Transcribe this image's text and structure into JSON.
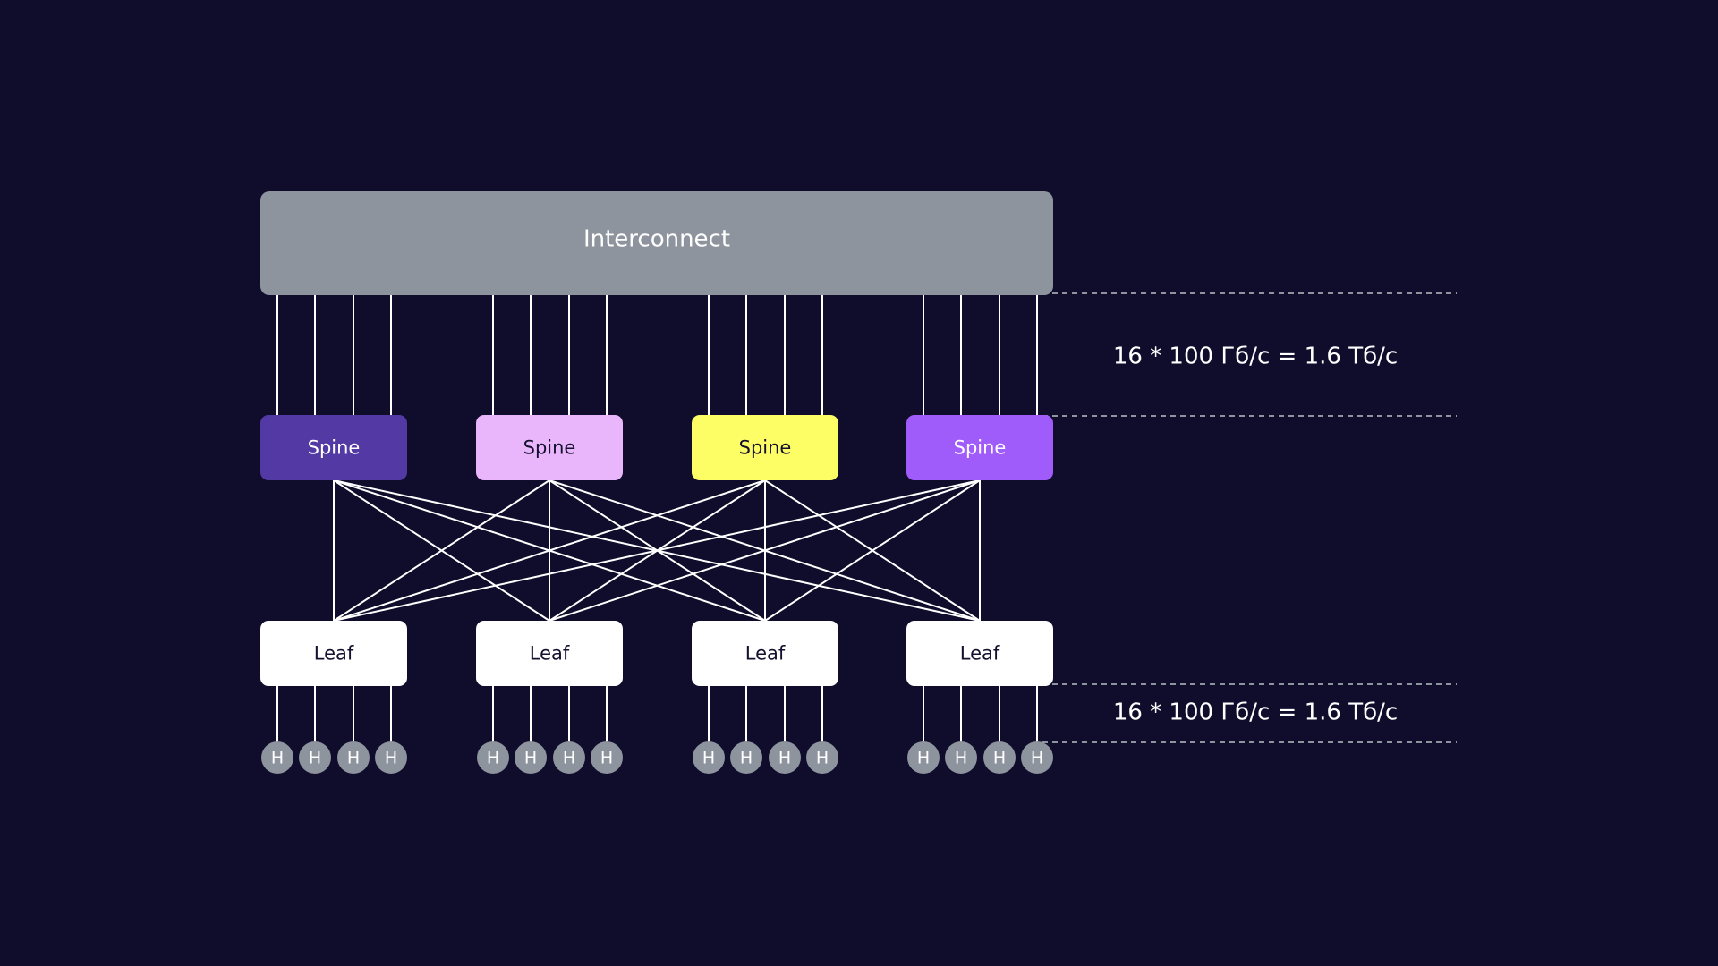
{
  "diagram": {
    "interconnect": {
      "label": "Interconnect",
      "color": "#8e949e",
      "text_color": "#ffffff"
    },
    "spines": [
      {
        "label": "Spine",
        "color": "#5239a4",
        "text_color": "#ffffff"
      },
      {
        "label": "Spine",
        "color": "#e9b6fc",
        "text_color": "#14102e"
      },
      {
        "label": "Spine",
        "color": "#fdfd66",
        "text_color": "#14102e"
      },
      {
        "label": "Spine",
        "color": "#a05cfb",
        "text_color": "#ffffff"
      }
    ],
    "leaves": [
      {
        "label": "Leaf",
        "color": "#ffffff",
        "text_color": "#14102e"
      },
      {
        "label": "Leaf",
        "color": "#ffffff",
        "text_color": "#14102e"
      },
      {
        "label": "Leaf",
        "color": "#ffffff",
        "text_color": "#14102e"
      },
      {
        "label": "Leaf",
        "color": "#ffffff",
        "text_color": "#14102e"
      }
    ],
    "uplinks_per_spine": 4,
    "hosts_per_leaf": 4,
    "host": {
      "label": "H",
      "color": "#8e949e",
      "text_color": "#ffffff"
    },
    "topology": "full-mesh spine-leaf",
    "bandwidth_labels": {
      "spine_to_interconnect": "16 * 100 Гб/с = 1.6 Тб/с",
      "leaf_to_hosts": "16 * 100 Гб/с = 1.6 Тб/с"
    },
    "colors": {
      "background": "#100c2c",
      "link": "#ffffff",
      "dashed_guide": "#8e949e"
    }
  }
}
